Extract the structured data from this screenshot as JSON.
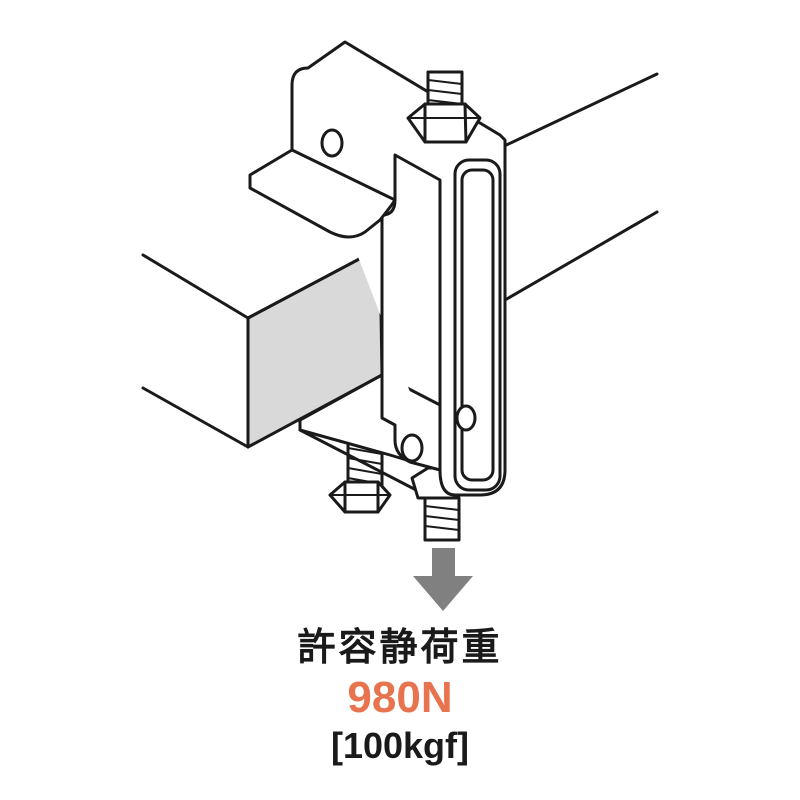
{
  "load": {
    "title": "許容静荷重",
    "value_n": "980N",
    "value_kgf": "[100kgf]"
  },
  "colors": {
    "accent": "#e8744f",
    "arrow": "#808080",
    "line": "#1a1a1a",
    "shade": "#d9d9d9"
  },
  "icons": {
    "load_direction": "down-arrow-icon"
  }
}
